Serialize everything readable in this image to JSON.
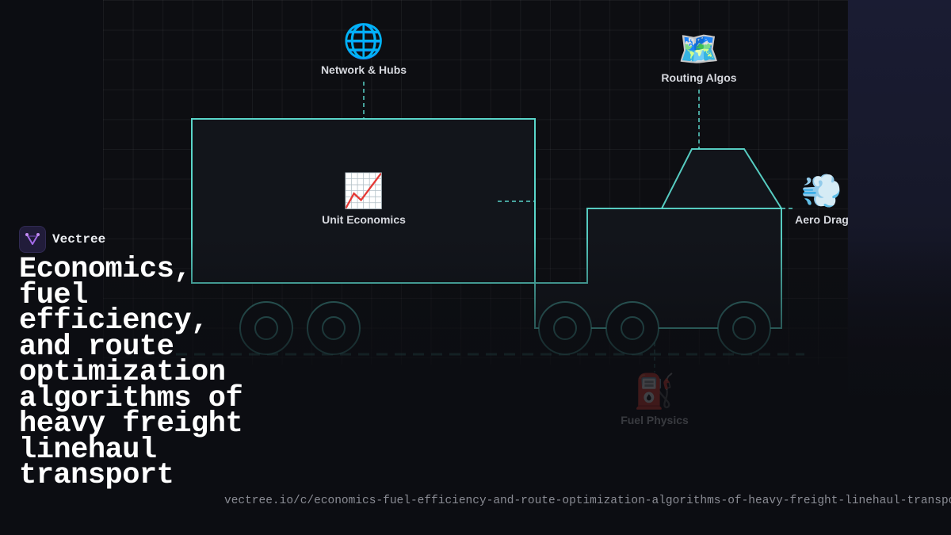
{
  "brand": {
    "name": "Vectree",
    "logo_icon": "vectree-logo-icon"
  },
  "title": "Economics, fuel efficiency, and route optimization algorithms of heavy freight linehaul transport",
  "url": "vectree.io/c/economics-fuel-efficiency-and-route-optimization-algorithms-of-heavy-freight-linehaul-transport",
  "diagram": {
    "nodes": [
      {
        "id": "network",
        "emoji": "🌐",
        "icon": "globe-icon",
        "label": "Network & Hubs"
      },
      {
        "id": "routing",
        "emoji": "🗺️",
        "icon": "map-icon",
        "label": "Routing Algos"
      },
      {
        "id": "economics",
        "emoji": "📈",
        "icon": "chart-increasing-icon",
        "label": "Unit Economics"
      },
      {
        "id": "aero",
        "emoji": "💨",
        "icon": "wind-icon",
        "label": "Aero Drag"
      },
      {
        "id": "fuel",
        "emoji": "⛽",
        "icon": "fuel-pump-icon",
        "label": "Fuel Physics"
      }
    ]
  },
  "colors": {
    "accent": "#5ee0d4",
    "background": "#0c0d12",
    "title": "#ffffff",
    "url": "#8a8c94"
  }
}
